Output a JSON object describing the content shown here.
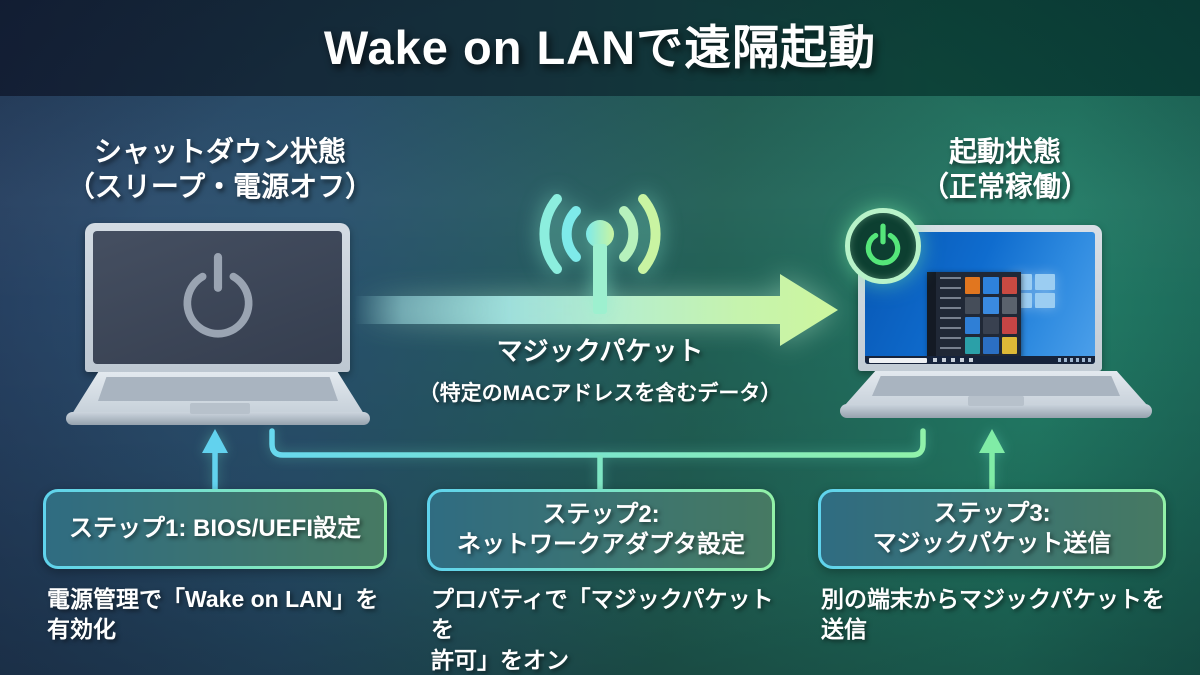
{
  "title": "Wake on LANで遠隔起動",
  "devices": {
    "left": {
      "label": "シャットダウン状態\n（スリープ・電源オフ）",
      "state": "off"
    },
    "right": {
      "label": "起動状態\n（正常稼働）",
      "state": "on"
    }
  },
  "packet": {
    "label": "マジックパケット",
    "description": "（特定のMACアドレスを含むデータ）"
  },
  "steps": [
    {
      "title": "ステップ1: BIOS/UEFI設定",
      "description": "電源管理で「Wake on LAN」を\n有効化"
    },
    {
      "title": "ステップ2:\nネットワークアダプタ設定",
      "description": "プロパティで「マジックパケットを\n許可」をオン"
    },
    {
      "title": "ステップ3:\nマジックパケット送信",
      "description": "別の端末からマジックパケットを\n送信"
    }
  ],
  "icons": {
    "left_screen": "power-icon",
    "center": "signal-antenna-icon",
    "arrow": "magic-packet-arrow",
    "badge": "power-badge-icon",
    "desktop": "windows-logo"
  },
  "colors": {
    "background_left": "#2a4569",
    "background_right": "#227c66",
    "title_band_left": "#16223a",
    "title_band_right": "#0b463c",
    "accent_cyan": "#62d2ee",
    "accent_green": "#90f2aa",
    "box_fill": "rgba(10,23,42,0.55)",
    "laptop_body": "#d3dbe3",
    "screen_off": "#3b4557",
    "desktop_blue": "#0f6cce",
    "tile_orange": "#e1761f",
    "tile_red": "#c64545",
    "tile_yellow": "#ddb937",
    "badge_green": "#55e67a"
  }
}
